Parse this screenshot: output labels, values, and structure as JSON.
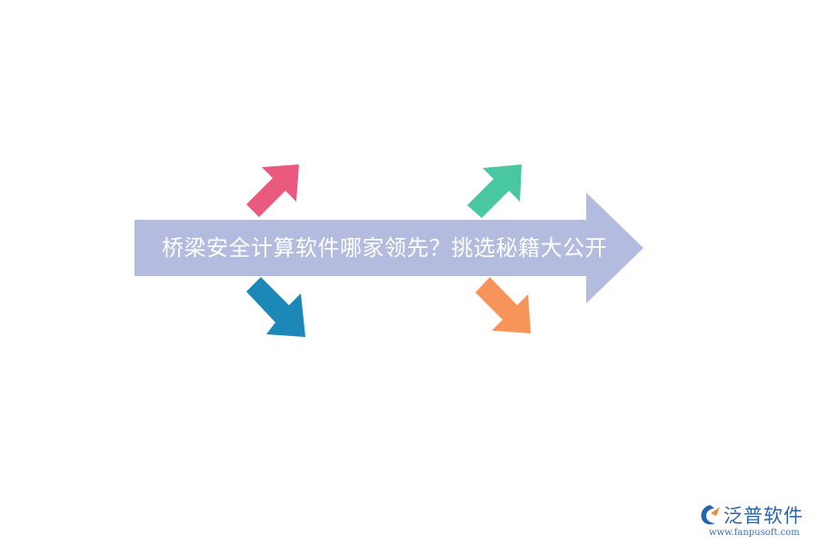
{
  "diagram": {
    "title": "桥梁安全计算软件哪家领先？挑选秘籍大公开",
    "colors": {
      "main_arrow": "#b3bbdf",
      "title_text": "#ffffff",
      "arrow_pink": "#ea5a7e",
      "arrow_blue": "#1b88b8",
      "arrow_green": "#49c7a3",
      "arrow_orange": "#f7945a"
    },
    "arrows": [
      {
        "name": "pink-up-arrow",
        "direction": "up-right",
        "color": "#ea5a7e"
      },
      {
        "name": "blue-down-arrow",
        "direction": "down-right",
        "color": "#1b88b8"
      },
      {
        "name": "green-up-arrow",
        "direction": "up-right",
        "color": "#49c7a3"
      },
      {
        "name": "orange-down-arrow",
        "direction": "down-right",
        "color": "#f7945a"
      }
    ]
  },
  "logo": {
    "name": "泛普软件",
    "url": "www.fanpusoft.com",
    "icon": "fanpu-logo-icon",
    "colors": {
      "primary": "#2a63ad",
      "accent": "#f08a3c"
    }
  }
}
